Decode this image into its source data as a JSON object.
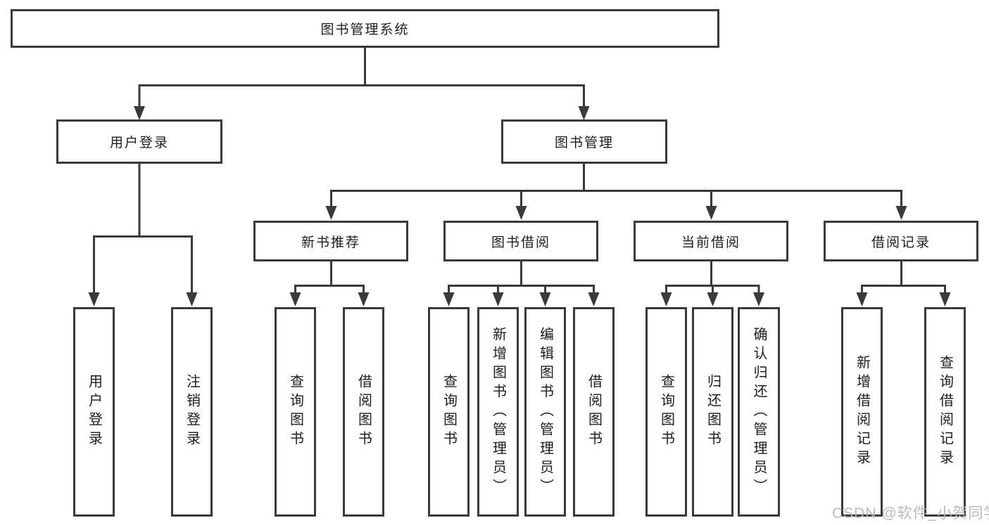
{
  "diagram": {
    "root_label": "图书管理系统",
    "level2": {
      "user_login": "用户登录",
      "book_management": "图书管理"
    },
    "level3": {
      "new_book_recommend": "新书推荐",
      "book_borrow": "图书借阅",
      "current_borrow": "当前借阅",
      "borrow_records": "借阅记录"
    },
    "leaves": {
      "user_login": "用户登录",
      "logout": "注销登录",
      "recommend_query_books": "查询图书",
      "recommend_borrow_books": "借阅图书",
      "borrow_query_books": "查询图书",
      "borrow_add_books": "新增图书（管理员）",
      "borrow_edit_books": "编辑图书（管理员）",
      "borrow_borrow_books": "借阅图书",
      "current_query_books": "查询图书",
      "current_return_books": "归还图书",
      "current_confirm_return": "确认归还（管理员）",
      "records_add": "新增借阅记录",
      "records_query": "查询借阅记录"
    }
  },
  "watermark": {
    "text": "CSDN @软件_小贺同学"
  },
  "colors": {
    "line": "#3a3a3a",
    "text": "#1d1d1d",
    "watermark": "#b9b5b5",
    "background": "#ffffff"
  }
}
